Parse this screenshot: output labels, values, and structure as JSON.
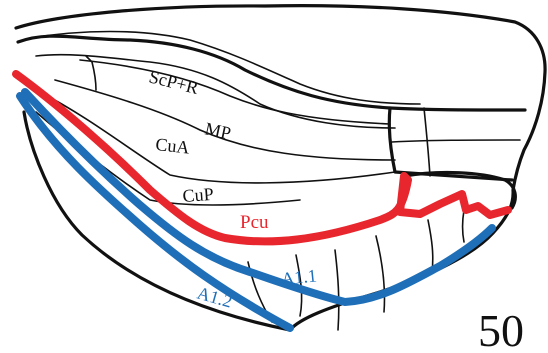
{
  "figure_number": "50",
  "labels": {
    "scp_r": "ScP+R",
    "mp": "MP",
    "cua": "CuA",
    "cup": "CuP",
    "pcu": "Pcu",
    "a1_1": "A1.1",
    "a1_2": "A1.2"
  },
  "colors": {
    "pcu": "#e8262d",
    "a1": "#1f6fb8",
    "outline": "#111111",
    "background": "#ffffff"
  }
}
